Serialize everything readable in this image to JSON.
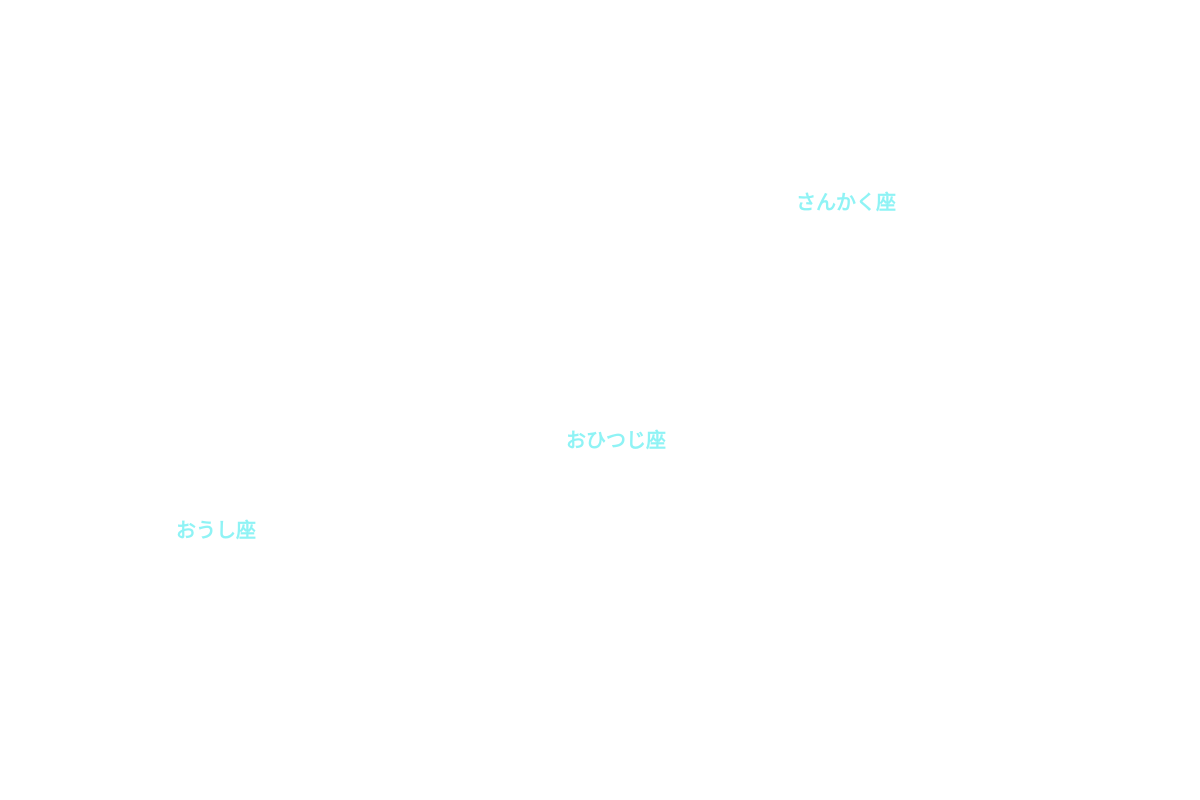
{
  "colors": {
    "background": "#ffffff",
    "label": "#8ff3f5"
  },
  "constellations": [
    {
      "label": "さんかく座"
    },
    {
      "label": "おひつじ座"
    },
    {
      "label": "おうし座"
    }
  ]
}
